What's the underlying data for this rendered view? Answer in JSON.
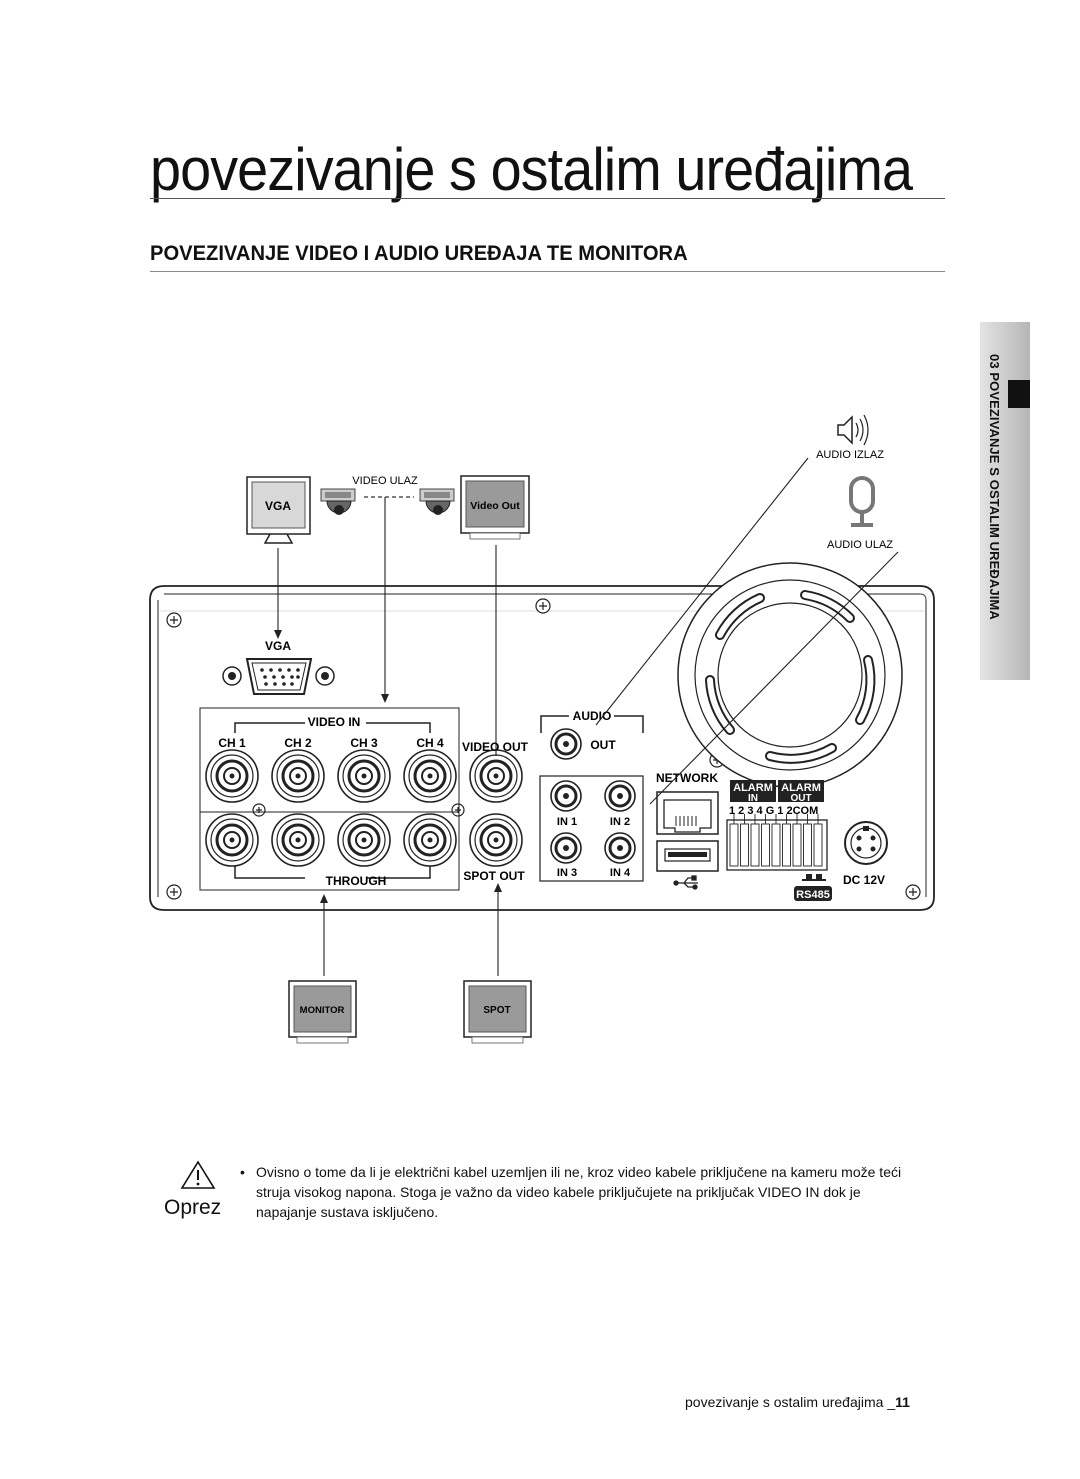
{
  "page": {
    "title": "povezivanje s ostalim uređajima",
    "section_heading": "POVEZIVANJE VIDEO I AUDIO UREĐAJA TE MONITORA",
    "side_tab": "03 POVEZIVANJE S OSTALIM UREĐAJIMA"
  },
  "diagram": {
    "labels": {
      "video_ulaz": "VIDEO ULAZ",
      "audio_izlaz": "AUDIO IZLAZ",
      "audio_ulaz": "AUDIO ULAZ",
      "vga_monitor": "VGA",
      "video_out_monitor": "Video Out",
      "monitor": "MONITOR",
      "spot": "SPOT"
    },
    "panel": {
      "vga": "VGA",
      "video_in": "VIDEO IN",
      "ch1": "CH 1",
      "ch2": "CH 2",
      "ch3": "CH 3",
      "ch4": "CH 4",
      "video_out": "VIDEO OUT",
      "through": "THROUGH",
      "spot_out": "SPOT OUT",
      "audio": "AUDIO",
      "audio_out": "OUT",
      "in1": "IN 1",
      "in2": "IN 2",
      "in3": "IN 3",
      "in4": "IN 4",
      "network": "NETWORK",
      "alarm": "ALARM",
      "alarm_in": "IN",
      "alarm_out": "OUT",
      "alarm_pins": "1 2 3 4 G 1 2COM",
      "rs485": "RS485",
      "dc12v": "DC 12V"
    }
  },
  "caution": {
    "label": "Oprez",
    "bullet": "•",
    "text": "Ovisno o tome da li je električni kabel uzemljen ili ne, kroz video kabele priključene na kameru može teći struja visokog napona. Stoga je važno da video kabele priključujete na priključak VIDEO IN dok je napajanje sustava isključeno."
  },
  "footer": {
    "text": "povezivanje s ostalim uređajima _",
    "page_number": "11"
  }
}
